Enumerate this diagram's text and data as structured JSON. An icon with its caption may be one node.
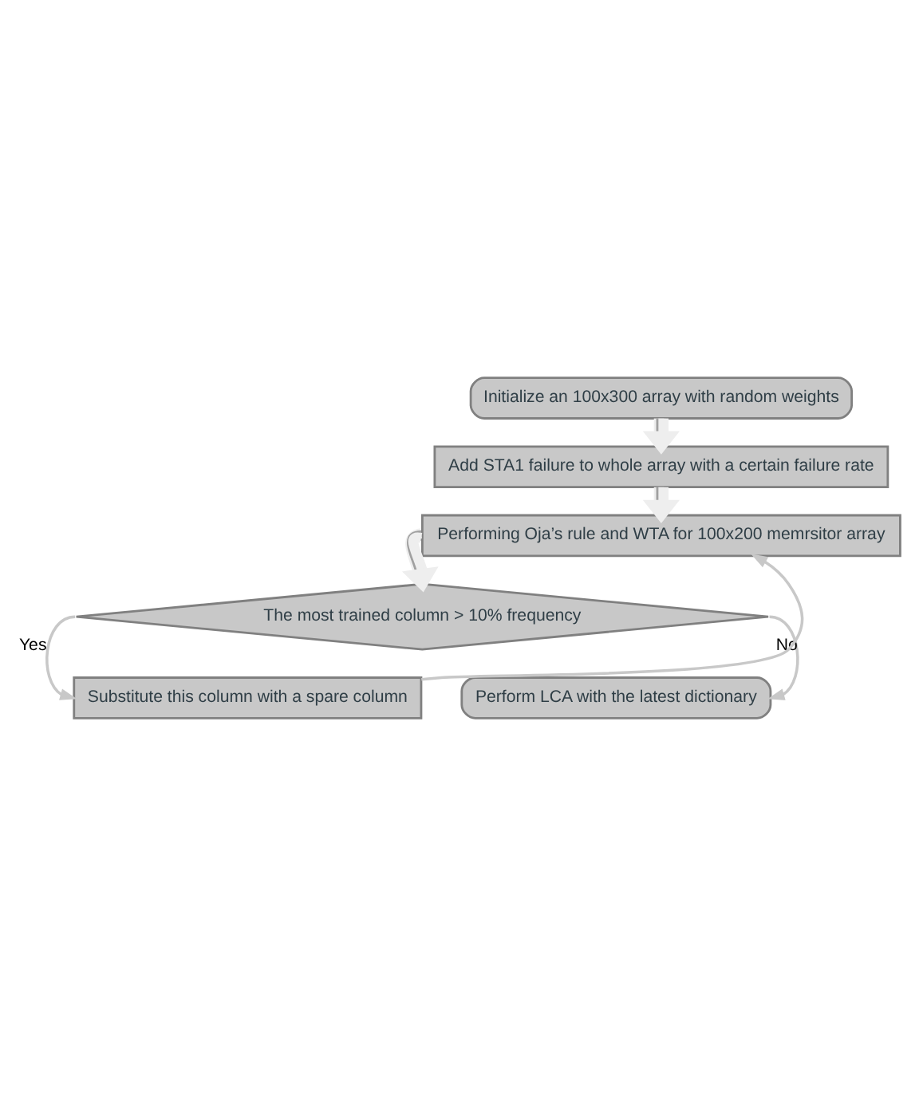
{
  "diagram": {
    "nodes": [
      {
        "text": [
          "Initialize an 100x300 array with random weights"
        ]
      },
      {
        "text": [
          "Add STA1 failure to whole array with a certain failure rate"
        ]
      },
      {
        "text": [
          "Performing Oja’s rule and WTA for 100x200 memrsitor array"
        ]
      },
      {
        "text": [
          "The most trained column > 10% frequency"
        ]
      },
      {
        "text": [
          "Substitute this column with a spare column"
        ]
      },
      {
        "text": [
          "Perform LCA with the latest dictionary"
        ]
      }
    ],
    "edges": [
      {
        "from": 0,
        "to": 1,
        "arrow": "to",
        "style": "thick",
        "color": "#eeeeee"
      },
      {
        "from": 1,
        "to": 2,
        "arrow": "to",
        "style": "thick",
        "color": "#eeeeee"
      },
      {
        "from": 2,
        "to": 3,
        "arrow": "to",
        "style": "thick",
        "color": "#eeeeee"
      },
      {
        "from": 3,
        "to": 4,
        "arrow": "to",
        "label": "Yes",
        "color": "#c8c8c8"
      },
      {
        "from": 4,
        "to": 2,
        "arrow": "to",
        "color": "#c8c8c8"
      },
      {
        "from": 3,
        "to": 5,
        "arrow": "to",
        "label": "No",
        "color": "#c8c8c8"
      }
    ]
  }
}
